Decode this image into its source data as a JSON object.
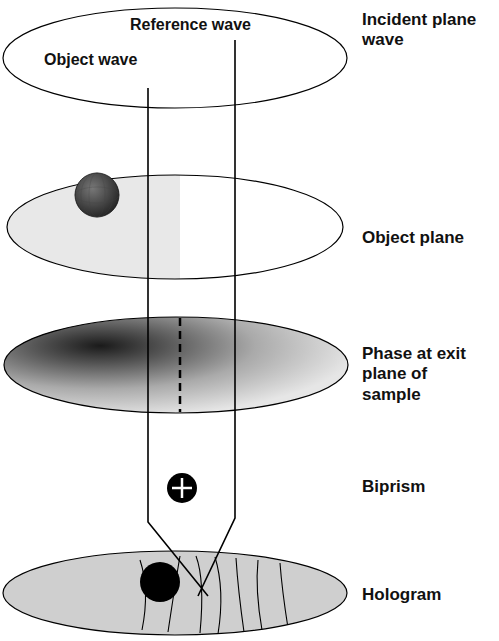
{
  "diagram": {
    "labels": [
      "Reference wave",
      "Object wave",
      "Incident plane wave",
      "Object plane",
      "Phase at exit plane of sample",
      "Biprism",
      "Hologram"
    ]
  }
}
